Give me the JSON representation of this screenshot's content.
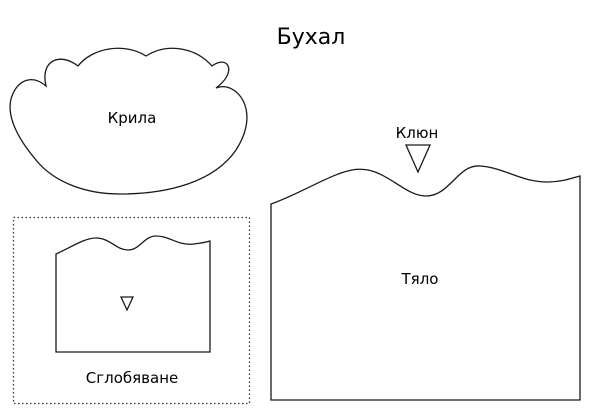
{
  "title": "Бухал",
  "labels": {
    "wings": "Крила",
    "beak": "Клюн",
    "body": "Тяло",
    "assembly": "Сглобяване"
  }
}
